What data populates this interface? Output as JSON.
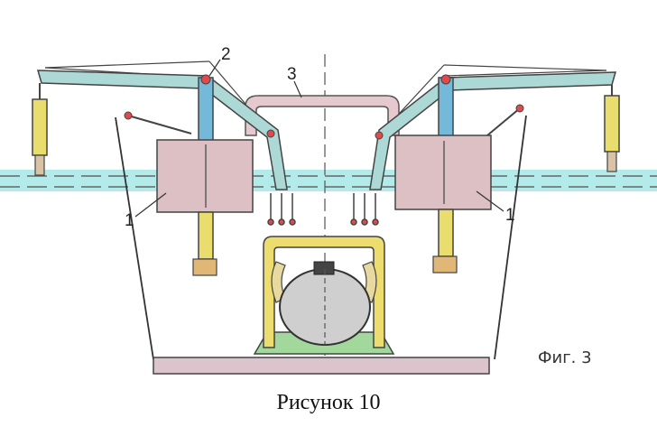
{
  "labels": {
    "part_1_left": "1",
    "part_1_right": "1",
    "part_2": "2",
    "part_3": "3"
  },
  "figure_tag": "Фиг. 3",
  "caption": "Рисунок 10",
  "colors": {
    "beam": "#a9d8d6",
    "box": "#dcbfc3",
    "post": "#6fb7d8",
    "cylinder": "#e7dc6a",
    "arch": "#e3c7cc",
    "cradle": "#ecdc6c",
    "ball": "#cfcfcf",
    "base": "#9ed69a",
    "water": "#8fe1e1",
    "platform": "#d8c1c9",
    "pivot": "#e04a4a",
    "line": "#333333"
  }
}
